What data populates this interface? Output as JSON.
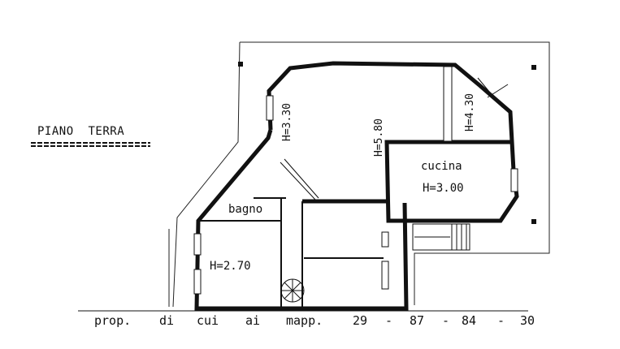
{
  "floor_title": "PIANO  TERRA",
  "rooms": {
    "bathroom_label": "bagno",
    "kitchen_label": "cucina",
    "kitchen_height": "H=3.00",
    "left_room_height": "H=2.70"
  },
  "heights": {
    "h_330": "H=3.30",
    "h_580": "H=5.80",
    "h_430": "H=4.30"
  },
  "footer": {
    "prop": "prop.",
    "di": "di",
    "cui": "cui",
    "ai": "ai",
    "mapp": "mapp.",
    "n1": "29",
    "d1": "-",
    "n2": "87",
    "d2": "-",
    "n3": "84",
    "d3": "-",
    "n4": "30"
  }
}
